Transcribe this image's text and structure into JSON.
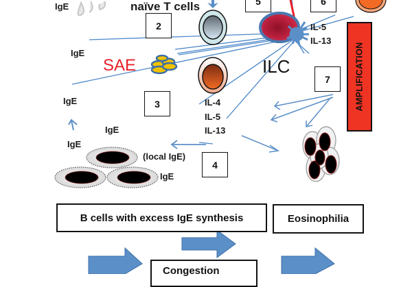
{
  "labels": {
    "ige_top": "IgE",
    "naive_t": "naïve T cells",
    "ige_mid": "IgE",
    "sae": "SAE",
    "ige_left": "IgE",
    "ige_b1": "IgE",
    "ige_b2": "IgE",
    "local_ige": "(local IgE)",
    "ige_b3": "IgE",
    "ilc": "ILC",
    "il5_top": "IL-5",
    "il13_top": "IL-13",
    "il4": "IL-4",
    "il5": "IL-5",
    "il13": "IL-13",
    "amplification": "AMPLIFICATION"
  },
  "steps": [
    "2",
    "3",
    "4",
    "5",
    "6",
    "7"
  ],
  "boxes": {
    "b_cells": "B cells with excess IgE synthesis",
    "eosinophilia": "Eosinophilia",
    "congestion": "Congestion"
  },
  "colors": {
    "arrow": "#5b8fc7",
    "line": "#4a86c8",
    "sae_text": "#e8202a",
    "amplification_bg": "#ef3424",
    "mast_cell": "#c0203f"
  }
}
